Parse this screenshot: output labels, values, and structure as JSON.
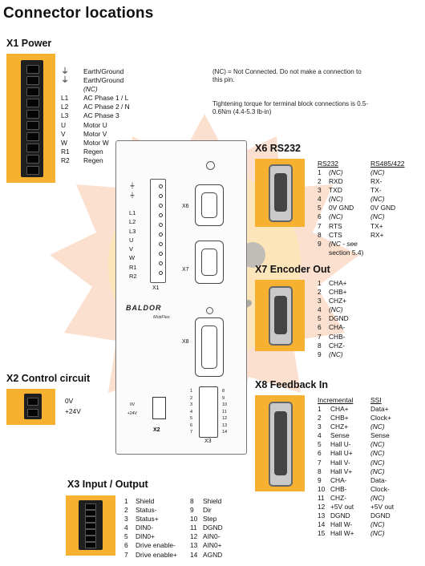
{
  "title": "Connector locations",
  "colors": {
    "connector_bg": "#f6b131",
    "text": "#111111"
  },
  "x1": {
    "heading": "X1 Power",
    "pins": [
      {
        "id": "",
        "icon": "earth-ground-icon",
        "label": "Earth/Ground"
      },
      {
        "id": "",
        "icon": "earth-ground-icon",
        "label": "Earth/Ground"
      },
      {
        "id": "",
        "icon": "",
        "label": "(NC)"
      },
      {
        "id": "L1",
        "icon": "",
        "label": "AC Phase 1 / L"
      },
      {
        "id": "L2",
        "icon": "",
        "label": "AC Phase 2 / N"
      },
      {
        "id": "L3",
        "icon": "",
        "label": "AC Phase 3"
      },
      {
        "id": "U",
        "icon": "",
        "label": "Motor U"
      },
      {
        "id": "V",
        "icon": "",
        "label": "Motor V"
      },
      {
        "id": "W",
        "icon": "",
        "label": "Motor W"
      },
      {
        "id": "R1",
        "icon": "",
        "label": "Regen"
      },
      {
        "id": "R2",
        "icon": "",
        "label": "Regen"
      }
    ]
  },
  "notes": {
    "nc": "(NC) = Not Connected. Do not make a connection to this pin.",
    "torque": "Tightening torque for terminal block connections is 0.5-0.6Nm (4.4-5.3 lb-in)"
  },
  "x6": {
    "heading": "X6 RS232",
    "col_a": "RS232",
    "col_b": "RS485/422",
    "pins": [
      {
        "n": "1",
        "a": "(NC)",
        "b": "(NC)"
      },
      {
        "n": "2",
        "a": "RXD",
        "b": "RX-"
      },
      {
        "n": "3",
        "a": "TXD",
        "b": "TX-"
      },
      {
        "n": "4",
        "a": "(NC)",
        "b": "(NC)"
      },
      {
        "n": "5",
        "a": "0V GND",
        "b": "0V GND"
      },
      {
        "n": "6",
        "a": "(NC)",
        "b": "(NC)"
      },
      {
        "n": "7",
        "a": "RTS",
        "b": "TX+"
      },
      {
        "n": "8",
        "a": "CTS",
        "b": "RX+"
      },
      {
        "n": "9",
        "a": "(NC - see",
        "b": ""
      },
      {
        "n": "",
        "a": "section 5.4)",
        "b": ""
      }
    ]
  },
  "x7": {
    "heading": "X7 Encoder Out",
    "pins": [
      {
        "n": "1",
        "a": "CHA+"
      },
      {
        "n": "2",
        "a": "CHB+"
      },
      {
        "n": "3",
        "a": "CHZ+"
      },
      {
        "n": "4",
        "a": "(NC)"
      },
      {
        "n": "5",
        "a": "DGND"
      },
      {
        "n": "6",
        "a": "CHA-"
      },
      {
        "n": "7",
        "a": "CHB-"
      },
      {
        "n": "8",
        "a": "CHZ-"
      },
      {
        "n": "9",
        "a": "(NC)"
      }
    ]
  },
  "x8": {
    "heading": "X8 Feedback In",
    "col_a": "Incremental",
    "col_b": "SSI",
    "pins": [
      {
        "n": "1",
        "a": "CHA+",
        "b": "Data+"
      },
      {
        "n": "2",
        "a": "CHB+",
        "b": "Clock+"
      },
      {
        "n": "3",
        "a": "CHZ+",
        "b": "(NC)"
      },
      {
        "n": "4",
        "a": "Sense",
        "b": "Sense"
      },
      {
        "n": "5",
        "a": "Hall U-",
        "b": "(NC)"
      },
      {
        "n": "6",
        "a": "Hall U+",
        "b": "(NC)"
      },
      {
        "n": "7",
        "a": "Hall V-",
        "b": "(NC)"
      },
      {
        "n": "8",
        "a": "Hall V+",
        "b": "(NC)"
      },
      {
        "n": "9",
        "a": "CHA-",
        "b": "Data-"
      },
      {
        "n": "10",
        "a": "CHB-",
        "b": "Clock-"
      },
      {
        "n": "11",
        "a": "CHZ-",
        "b": "(NC)"
      },
      {
        "n": "12",
        "a": "+5V out",
        "b": "+5V out"
      },
      {
        "n": "13",
        "a": "DGND",
        "b": "DGND"
      },
      {
        "n": "14",
        "a": "Hall W-",
        "b": "(NC)"
      },
      {
        "n": "15",
        "a": "Hall W+",
        "b": "(NC)"
      }
    ]
  },
  "x2": {
    "heading": "X2 Control circuit",
    "pins": [
      {
        "label": "0V"
      },
      {
        "label": "+24V"
      }
    ]
  },
  "x3": {
    "heading": "X3 Input / Output",
    "left": [
      {
        "n": "1",
        "a": "Shield"
      },
      {
        "n": "2",
        "a": "Status-"
      },
      {
        "n": "3",
        "a": "Status+"
      },
      {
        "n": "4",
        "a": "DIN0-"
      },
      {
        "n": "5",
        "a": "DIN0+"
      },
      {
        "n": "6",
        "a": "Drive enable-"
      },
      {
        "n": "7",
        "a": "Drive enable+"
      }
    ],
    "right": [
      {
        "n": "8",
        "a": "Shield"
      },
      {
        "n": "9",
        "a": "Dir"
      },
      {
        "n": "10",
        "a": "Step"
      },
      {
        "n": "11",
        "a": "DGND"
      },
      {
        "n": "12",
        "a": "AIN0-"
      },
      {
        "n": "13",
        "a": "AIN0+"
      },
      {
        "n": "14",
        "a": "AGND"
      }
    ]
  },
  "drive": {
    "brand": "BALDOR",
    "model": "MotiFlex",
    "x1_pins": [
      "L1",
      "L2",
      "L3",
      "U",
      "V",
      "W",
      "R1",
      "R2"
    ],
    "labels": {
      "x1": "X1",
      "x2": "X2",
      "x3": "X3",
      "x6": "X6",
      "x7": "X7",
      "x8": "X8",
      "ov": "0V",
      "v24": "+24V"
    },
    "x3_left_nums": [
      "1",
      "2",
      "3",
      "4",
      "5",
      "6",
      "7"
    ],
    "x3_right_nums": [
      "8",
      "9",
      "10",
      "11",
      "12",
      "13",
      "14"
    ]
  }
}
